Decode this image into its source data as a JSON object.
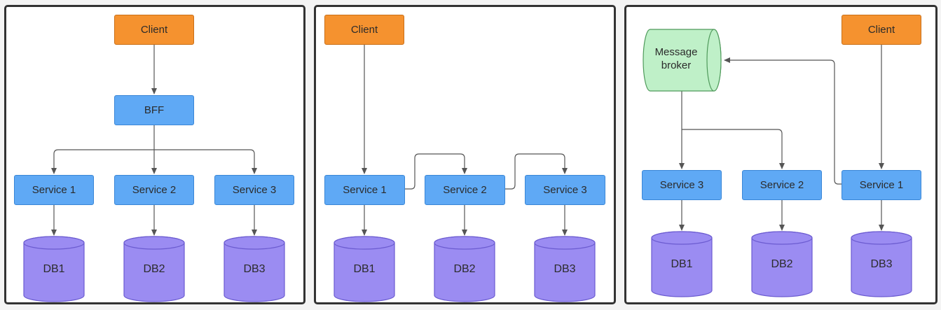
{
  "colors": {
    "client": "#f5922f",
    "service": "#5fa9f5",
    "database": "#9b8cf2",
    "broker": "#bff0c8",
    "line": "#555555"
  },
  "panels": [
    {
      "client": "Client",
      "bff": "BFF",
      "services": [
        "Service 1",
        "Service 2",
        "Service 3"
      ],
      "databases": [
        "DB1",
        "DB2",
        "DB3"
      ]
    },
    {
      "client": "Client",
      "services": [
        "Service 1",
        "Service 2",
        "Service 3"
      ],
      "databases": [
        "DB1",
        "DB2",
        "DB3"
      ]
    },
    {
      "client": "Client",
      "broker": "Message\nbroker",
      "services": [
        "Service 3",
        "Service 2",
        "Service 1"
      ],
      "databases": [
        "DB1",
        "DB2",
        "DB3"
      ]
    }
  ]
}
